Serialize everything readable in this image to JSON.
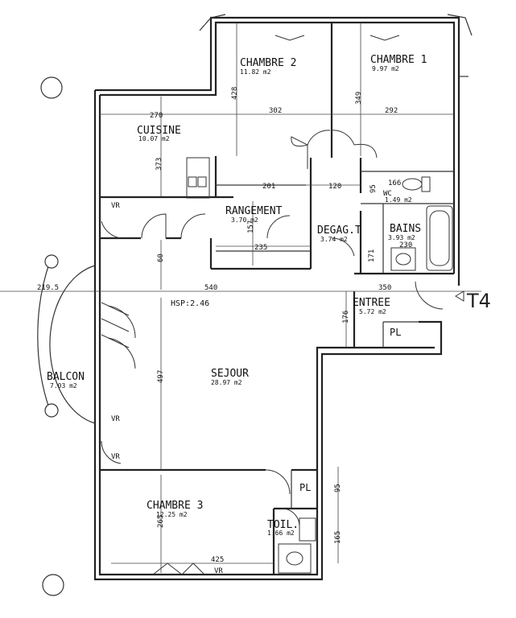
{
  "plan": {
    "type_label": "T4",
    "hsp": "HSP:2.46",
    "rooms": {
      "chambre2": {
        "name": "CHAMBRE 2",
        "area": "11.82 m2"
      },
      "chambre1": {
        "name": "CHAMBRE 1",
        "area": "9.97 m2"
      },
      "cuisine": {
        "name": "CUISINE",
        "area": "10.07 m2"
      },
      "rangement": {
        "name": "RANGEMENT",
        "area": "3.70 m2"
      },
      "degag": {
        "name": "DEGAG.T",
        "area": "3.74 m2"
      },
      "wc": {
        "name": "WC",
        "area": "1.49 m2"
      },
      "bains": {
        "name": "BAINS",
        "area": "3.93 m2"
      },
      "entree": {
        "name": "ENTREE",
        "area": "5.72 m2"
      },
      "sejour": {
        "name": "SEJOUR",
        "area": "28.97 m2"
      },
      "balcon": {
        "name": "BALCON",
        "area": "7.03 m2"
      },
      "chambre3": {
        "name": "CHAMBRE 3",
        "area": "12.25 m2"
      },
      "toil": {
        "name": "TOIL.",
        "area": "1.66 m2"
      }
    },
    "labels": {
      "vr": "VR",
      "pl": "PL"
    },
    "dimensions": {
      "d270": "270",
      "d302": "302",
      "d292": "292",
      "d428": "428",
      "d349": "349",
      "d373": "373",
      "d201": "201",
      "d120": "120",
      "d166": "166",
      "d95a": "95",
      "d157": "157",
      "d235": "235",
      "d230": "230",
      "d171": "171",
      "d60": "60",
      "d219": "219.5",
      "d540": "540",
      "d350": "350",
      "d176": "176",
      "d497": "497",
      "d95b": "95",
      "d265": "265",
      "d165": "165",
      "d425": "425"
    }
  }
}
